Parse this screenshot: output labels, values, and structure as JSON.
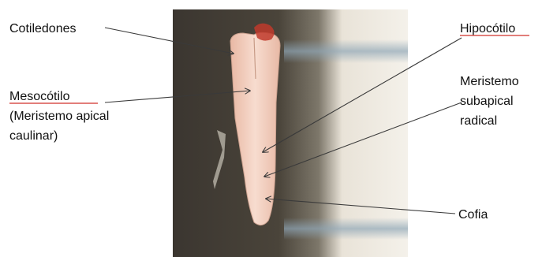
{
  "labels": {
    "cotiledones": "Cotiledones",
    "mesocotilo": "Mesocótilo",
    "meristemo_apical_line1": "(Meristemo apical",
    "meristemo_apical_line2": "caulinar)",
    "hipocotilo": "Hipocótilo",
    "meristemo_sub_line1": "Meristemo",
    "meristemo_sub_line2": "subapical",
    "meristemo_sub_line3": "radical",
    "cofia": "Cofia"
  },
  "colors": {
    "arrow": "#3a3a3a",
    "underline": "#d9534f",
    "background_dark": "#3f3a32",
    "seedling": "#f2d2c4",
    "tip_red": "#c0392b"
  }
}
